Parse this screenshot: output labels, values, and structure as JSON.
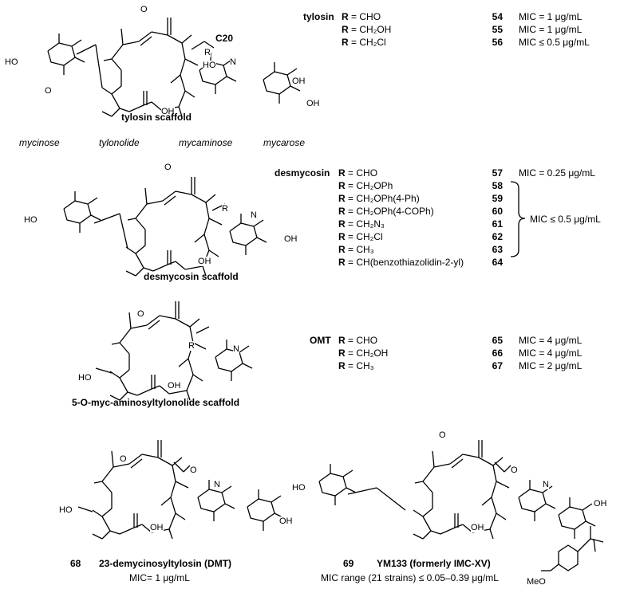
{
  "tylosin": {
    "family": "tylosin",
    "r": "R",
    "c20": "C20",
    "scaffold": "tylosin scaffold",
    "sugars": [
      "mycinose",
      "tylonolide",
      "mycaminose",
      "mycarose"
    ],
    "rows": [
      {
        "sub": "= CHO",
        "num": "54",
        "mic": "MIC = 1 μg/mL"
      },
      {
        "sub": "= CH₂OH",
        "num": "55",
        "mic": "MIC = 1 μg/mL"
      },
      {
        "sub": "= CH₂Cl",
        "num": "56",
        "mic": "MIC ≤ 0.5 μg/mL"
      }
    ]
  },
  "desmycosin": {
    "family": "desmycosin",
    "scaffold": "desmycosin scaffold",
    "rows": [
      {
        "sub": "= CHO",
        "num": "57"
      },
      {
        "sub": "= CH₂OPh",
        "num": "58"
      },
      {
        "sub": "= CH₂OPh(4-Ph)",
        "num": "59"
      },
      {
        "sub": "= CH₂OPh(4-COPh)",
        "num": "60"
      },
      {
        "sub": "= CH₂N₃",
        "num": "61"
      },
      {
        "sub": "= CH₂Cl",
        "num": "62"
      },
      {
        "sub": "= CH₃",
        "num": "63"
      },
      {
        "sub": "= CH(benzothiazolidin-2-yl)",
        "num": "64"
      }
    ],
    "mic_first": "MIC = 0.25 μg/mL",
    "mic_group": "MIC ≤ 0.5 μg/mL"
  },
  "omt": {
    "family": "OMT",
    "scaffold": "5-O-myc-aminosyltylonolide  scaffold",
    "rows": [
      {
        "sub": "= CHO",
        "num": "65",
        "mic": "MIC = 4 μg/mL"
      },
      {
        "sub": "= CH₂OH",
        "num": "66",
        "mic": "MIC = 4 μg/mL"
      },
      {
        "sub": "= CH₃",
        "num": "67",
        "mic": "MIC = 2 μg/mL"
      }
    ]
  },
  "dmt": {
    "num": "68",
    "name": "23-demycinosyltylosin (DMT)",
    "mic": "MIC= 1 μg/mL"
  },
  "ym133": {
    "num": "69",
    "name": "YM133 (formerly IMC-XV)",
    "mic": "MIC range (21 strains) ≤ 0.05–0.39 μg/mL"
  },
  "atoms": {
    "O": "O",
    "HO": "HO",
    "OH": "OH",
    "N": "N",
    "MeO": "MeO"
  }
}
